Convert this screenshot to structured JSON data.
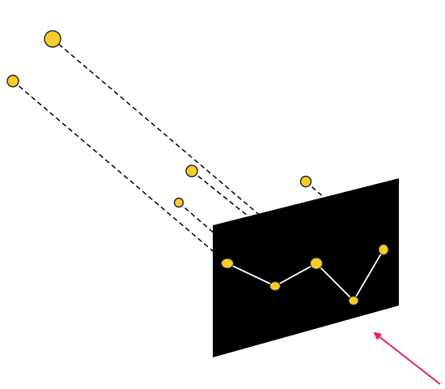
{
  "colors": {
    "background": "#ffffff",
    "screen": "#000000",
    "star_fill": "#f5cc2a",
    "star_stroke": "#222222",
    "projection_line": "#000000",
    "constellation_line": "#ffffff",
    "arrow": "#e0245e"
  },
  "diagram": {
    "description_free": true,
    "elements": {
      "screen": "projection-screen",
      "stars": [
        "star-1",
        "star-2",
        "star-3",
        "star-4",
        "star-5"
      ],
      "projections": [
        "projected-star-1",
        "projected-star-2",
        "projected-star-3",
        "projected-star-4",
        "projected-star-5"
      ],
      "viewer_arrow": "viewing-direction-arrow"
    }
  }
}
